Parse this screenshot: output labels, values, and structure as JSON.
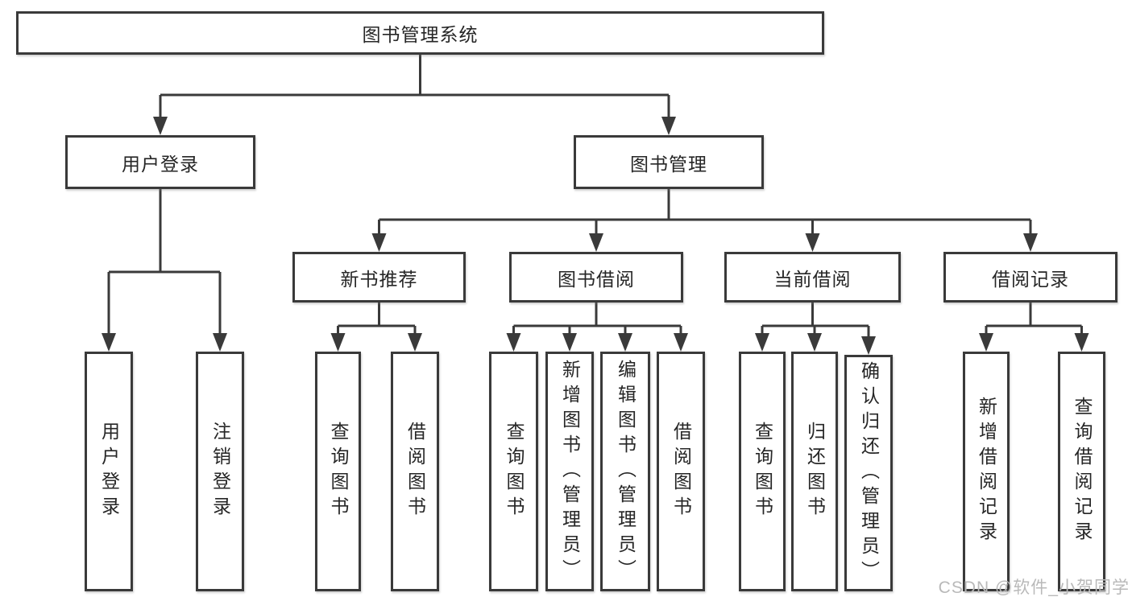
{
  "tree": {
    "root": {
      "label": "图书管理系统"
    },
    "branches": {
      "user_login": {
        "label": "用户登录",
        "children": {
          "login": {
            "label": "用户登录"
          },
          "logout": {
            "label": "注销登录"
          }
        }
      },
      "book_mgmt": {
        "label": "图书管理",
        "children": {
          "new_books": {
            "label": "新书推荐",
            "children": {
              "query": {
                "label": "查询图书"
              },
              "borrow": {
                "label": "借阅图书"
              }
            }
          },
          "book_borrow": {
            "label": "图书借阅",
            "children": {
              "query": {
                "label": "查询图书"
              },
              "add": {
                "label": "新增图书（管理员）"
              },
              "edit": {
                "label": "编辑图书（管理员）"
              },
              "borrow": {
                "label": "借阅图书"
              }
            }
          },
          "current_borrow": {
            "label": "当前借阅",
            "children": {
              "query": {
                "label": "查询图书"
              },
              "return": {
                "label": "归还图书"
              },
              "confirm": {
                "label": "确认归还（管理员）"
              }
            }
          },
          "borrow_records": {
            "label": "借阅记录",
            "children": {
              "add": {
                "label": "新增借阅记录"
              },
              "query": {
                "label": "查询借阅记录"
              }
            }
          }
        }
      }
    }
  },
  "watermark": {
    "text": "CSDN @软件_小贺同学"
  },
  "colors": {
    "line": "#3a3a3a",
    "text": "#262626",
    "watermark": "#b9b9b9",
    "background": "#ffffff"
  }
}
